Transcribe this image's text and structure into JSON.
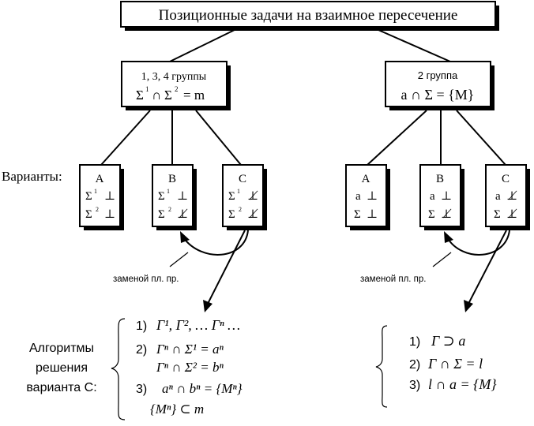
{
  "title": "Позиционные задачи на взаимное пересечение",
  "left_group": {
    "heading": "1, 3, 4 группы",
    "formula_a": "Σ",
    "formula_a_sup": "1",
    "formula_op": "∩",
    "formula_b": "Σ",
    "formula_b_sup": "2",
    "formula_rest": "= m"
  },
  "right_group": {
    "heading": "2 группа",
    "formula": "a ∩ Σ = {M}"
  },
  "variants_label": "Варианты:",
  "left_variants": [
    {
      "letter": "A",
      "row1_sym": "Σ",
      "row1_sup": "1",
      "row1_rel": "⊥",
      "row2_sym": "Σ",
      "row2_sup": "2",
      "row2_rel": "⊥"
    },
    {
      "letter": "B",
      "row1_sym": "Σ",
      "row1_sup": "1",
      "row1_rel": "⊥",
      "row2_sym": "Σ",
      "row2_sup": "2",
      "row2_rel": "⊥̸"
    },
    {
      "letter": "C",
      "row1_sym": "Σ",
      "row1_sup": "1",
      "row1_rel": "⊥̸",
      "row2_sym": "Σ",
      "row2_sup": "2",
      "row2_rel": "⊥̸"
    }
  ],
  "right_variants": [
    {
      "letter": "A",
      "row1_sym": "a",
      "row1_rel": "⊥",
      "row2_sym": "Σ",
      "row2_rel": "⊥"
    },
    {
      "letter": "B",
      "row1_sym": "a",
      "row1_rel": "⊥",
      "row2_sym": "Σ",
      "row2_rel": "⊥̸"
    },
    {
      "letter": "C",
      "row1_sym": "a",
      "row1_rel": "⊥̸",
      "row2_sym": "Σ",
      "row2_rel": "⊥̸"
    }
  ],
  "replacement_label_left": "заменой пл. пр.",
  "replacement_label_right": "заменой пл. пр.",
  "algorithm_label": [
    "Алгоритмы",
    "решения",
    "варианта С:"
  ],
  "left_steps": [
    {
      "num": "1)",
      "text": "Γ¹, Γ², … Γⁿ …"
    },
    {
      "num": "2)",
      "text": "Γⁿ ∩ Σ¹ = aⁿ"
    },
    {
      "num": "",
      "text": "Γⁿ ∩ Σ² = bⁿ"
    },
    {
      "num": "3)",
      "text": "aⁿ ∩ bⁿ = {Mⁿ}"
    },
    {
      "num": "",
      "text": "{Mⁿ} ⊂ m"
    }
  ],
  "right_steps": [
    {
      "num": "1)",
      "text": "Γ ⊃ a"
    },
    {
      "num": "2)",
      "text": "Γ ∩ Σ = l"
    },
    {
      "num": "3)",
      "text": "l ∩ a = {M}"
    }
  ]
}
